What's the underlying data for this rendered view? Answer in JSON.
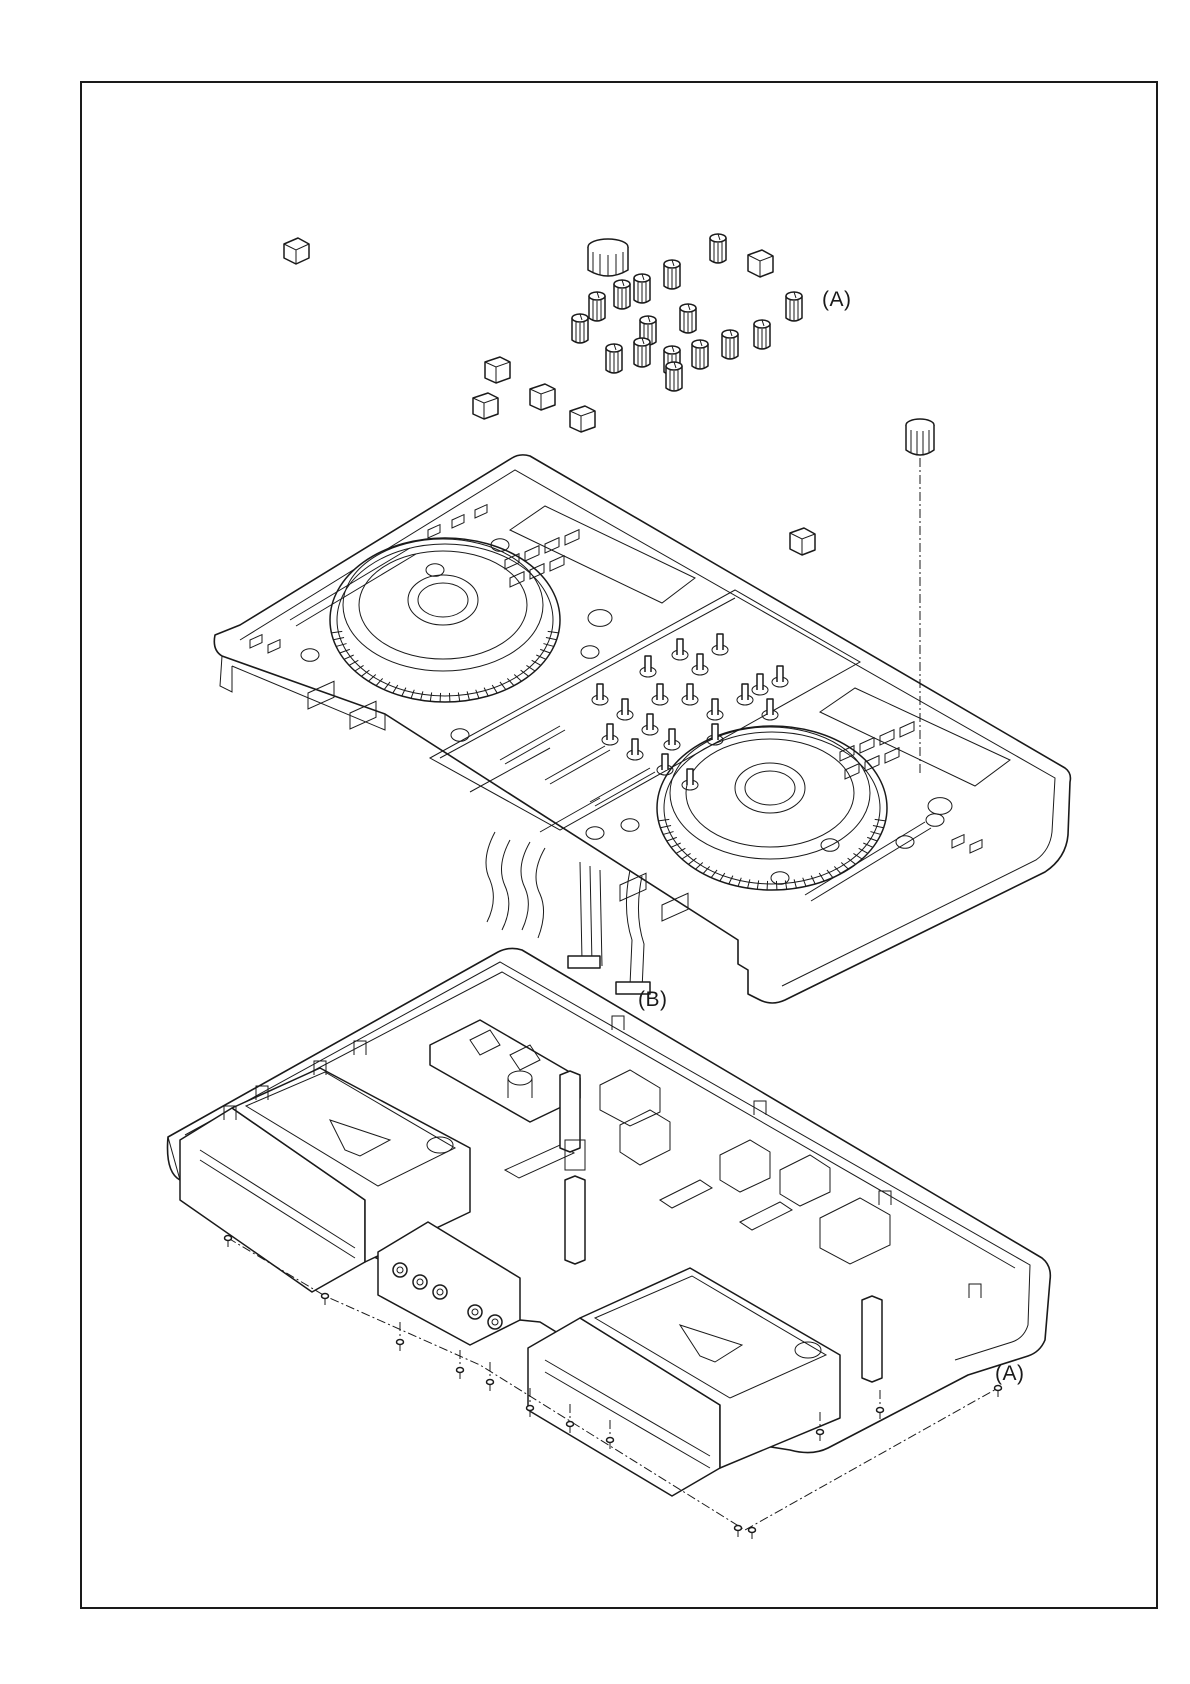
{
  "diagram": {
    "labels": {
      "knob_callout": "(A)",
      "cable_callout": "(B)",
      "screw_callout": "(A)"
    },
    "parts": {
      "jog_wheels": 2,
      "tray_drives": 2,
      "rotary_knobs": 15,
      "fader_caps": 7,
      "large_knob_caps": 2
    },
    "colors": {
      "line": "#1a1a1a",
      "background": "#ffffff"
    }
  }
}
